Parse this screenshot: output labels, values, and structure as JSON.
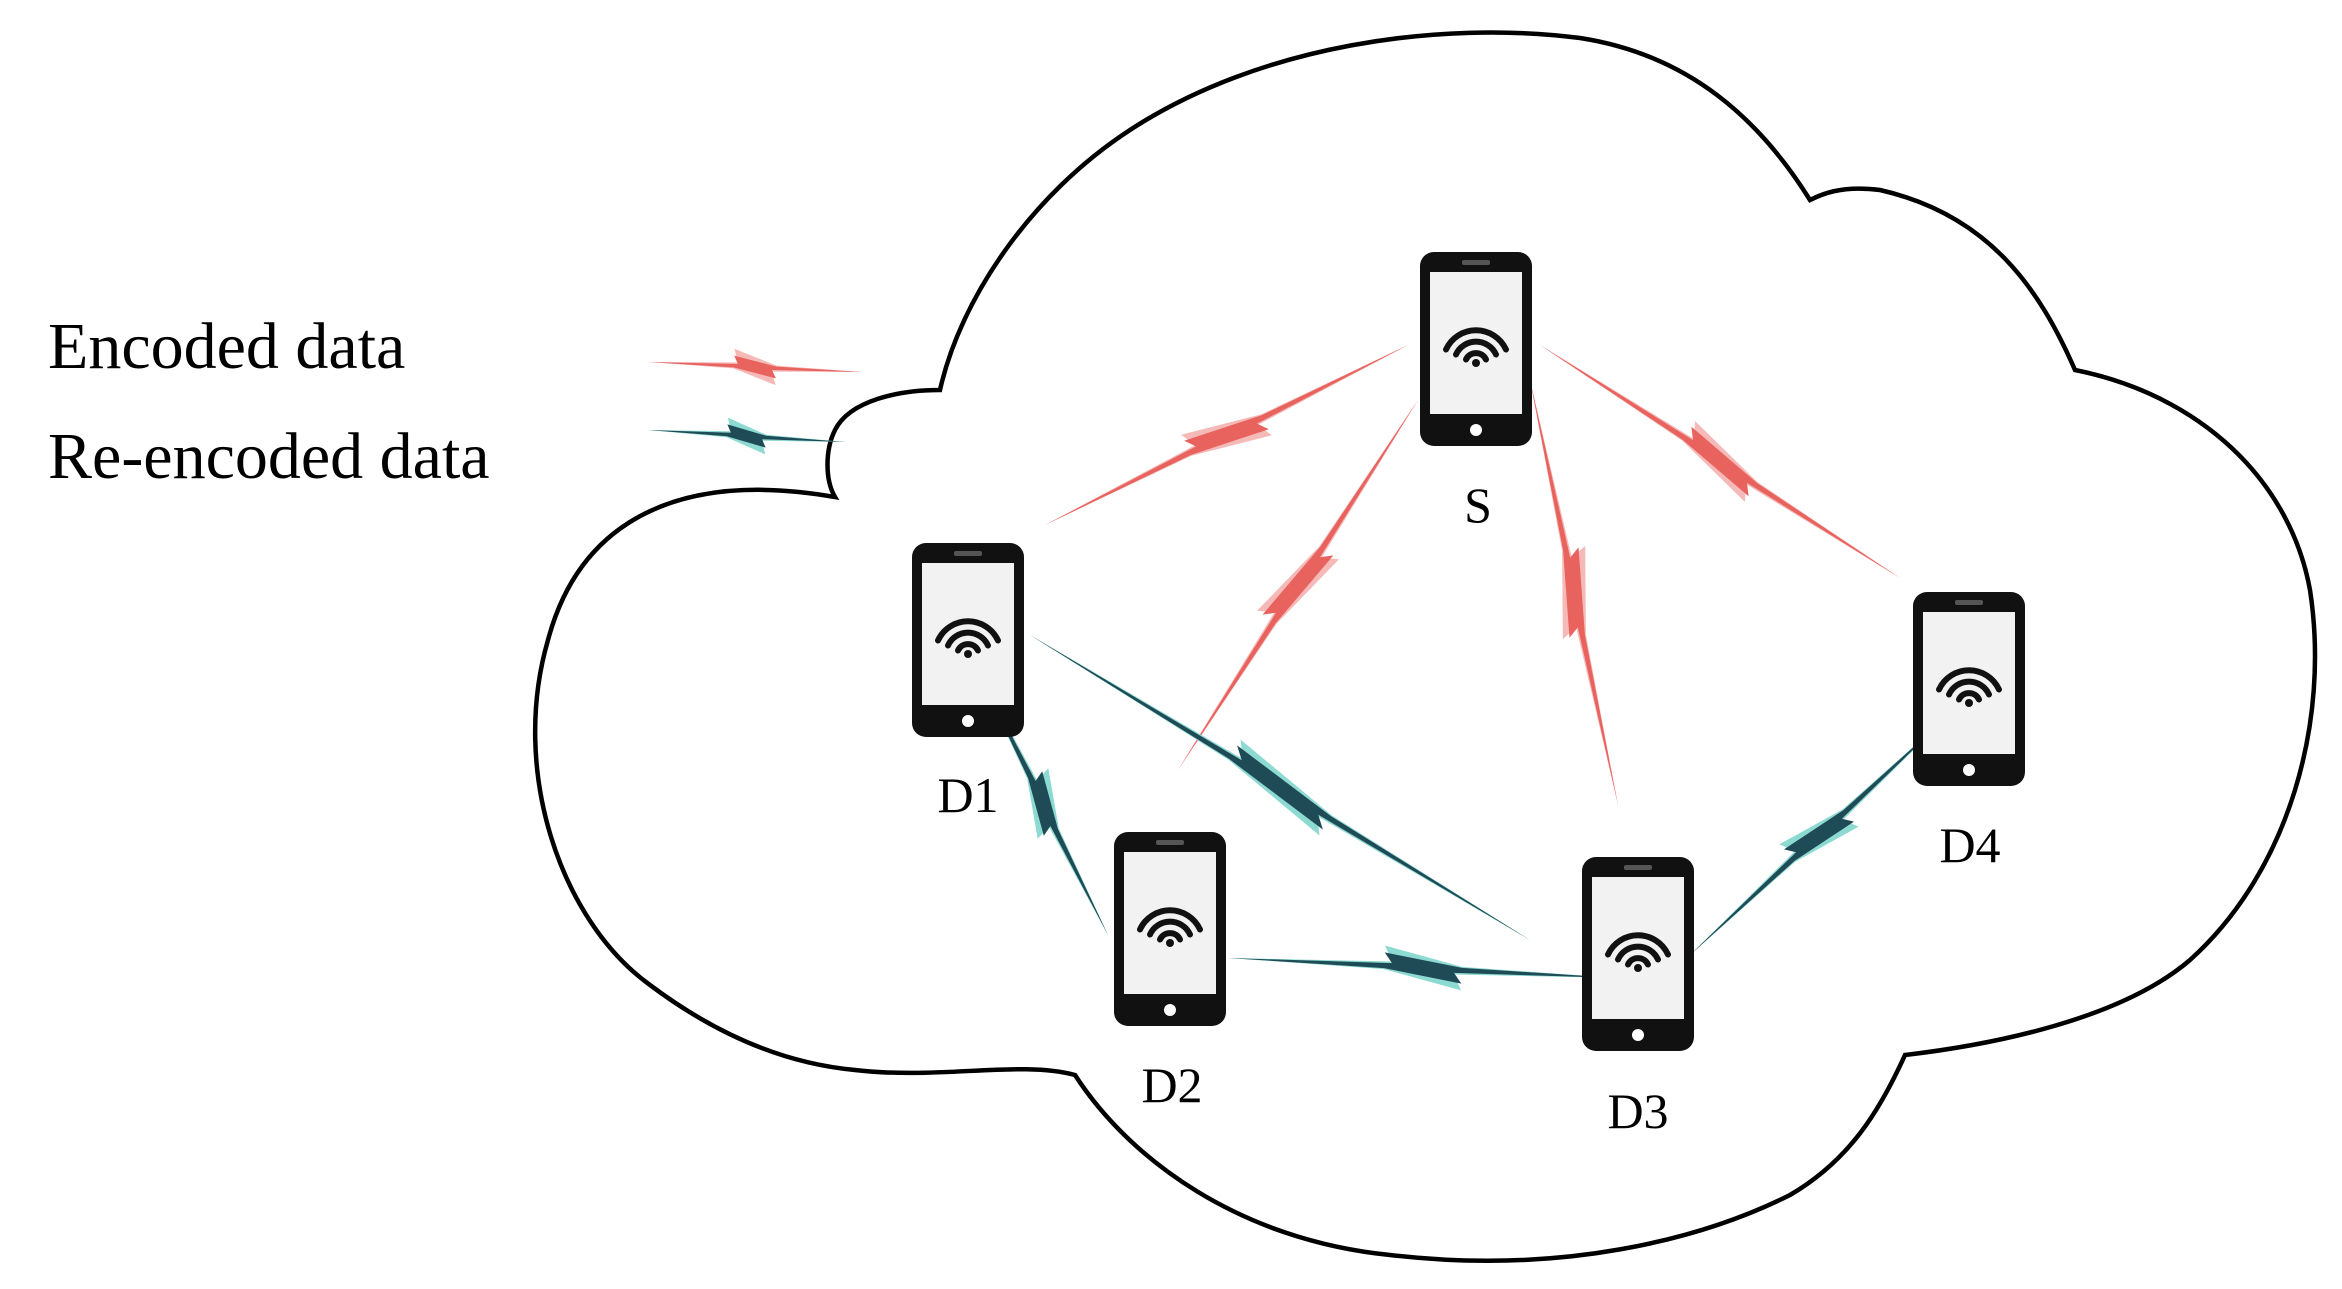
{
  "legend": {
    "encoded_label": "Encoded data",
    "reencoded_label": "Re-encoded data"
  },
  "colors": {
    "encoded": "#e8625e",
    "encoded_light": "#f4b3b0",
    "reencoded": "#1f4b57",
    "reencoded_light": "#7fd6cc",
    "phone_body": "#111111",
    "phone_screen": "#f2f2f2"
  },
  "nodes": [
    {
      "id": "S",
      "label": "S"
    },
    {
      "id": "D1",
      "label": "D1"
    },
    {
      "id": "D2",
      "label": "D2"
    },
    {
      "id": "D3",
      "label": "D3"
    },
    {
      "id": "D4",
      "label": "D4"
    }
  ],
  "links": [
    {
      "from": "S",
      "to": "D1",
      "type": "encoded"
    },
    {
      "from": "S",
      "to": "D2",
      "type": "encoded"
    },
    {
      "from": "S",
      "to": "D3",
      "type": "encoded"
    },
    {
      "from": "S",
      "to": "D4",
      "type": "encoded"
    },
    {
      "from": "D1",
      "to": "D2",
      "type": "reencoded"
    },
    {
      "from": "D1",
      "to": "D3",
      "type": "reencoded"
    },
    {
      "from": "D2",
      "to": "D3",
      "type": "reencoded"
    },
    {
      "from": "D4",
      "to": "D3",
      "type": "reencoded"
    }
  ]
}
